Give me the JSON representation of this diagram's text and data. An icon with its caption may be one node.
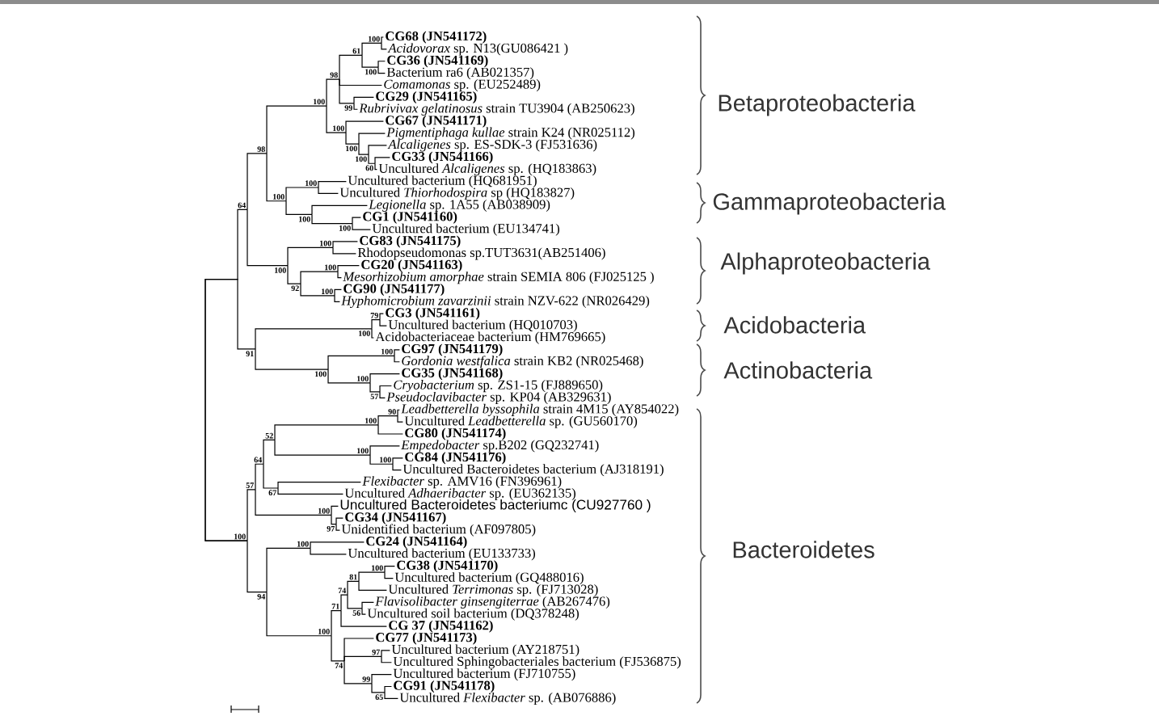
{
  "diagram": {
    "nodes": [
      {
        "text": [
          "100"
        ]
      },
      {
        "text": [
          "CG68 (JN541172)"
        ]
      },
      {
        "text": [
          "61"
        ]
      },
      {
        "text": [
          "*Acidovorax* sp. N13(GU086421 )"
        ]
      },
      {
        "text": [
          "100"
        ]
      },
      {
        "text": [
          "CG36 (JN541169)"
        ]
      },
      {
        "text": [
          "Bacterium ra6 (AB021357)"
        ]
      },
      {
        "text": [
          "98"
        ]
      },
      {
        "text": [
          "*Comamonas* sp. (EU252489)"
        ]
      },
      {
        "text": [
          "CG29 (JN541165)"
        ]
      },
      {
        "text": [
          "100"
        ]
      },
      {
        "text": [
          "99"
        ]
      },
      {
        "text": [
          "*Rubrivivax gelatinosus* strain TU3904 (AB250623)"
        ]
      },
      {
        "text": [
          "100"
        ]
      },
      {
        "text": [
          "CG67 (JN541171)"
        ]
      },
      {
        "text": [
          "*Pigmentiphaga kullae* strain K24 (NR025112)"
        ]
      },
      {
        "text": [
          "98"
        ]
      },
      {
        "text": [
          "100"
        ]
      },
      {
        "text": [
          "*Alcaligenes* sp. ES-SDK-3 (FJ531636)"
        ]
      },
      {
        "text": [
          "100"
        ]
      },
      {
        "text": [
          "CG33 (JN541166)"
        ]
      },
      {
        "text": [
          "60"
        ]
      },
      {
        "text": [
          "Uncultured *Alcaligenes* sp. (HQ183863)"
        ]
      },
      {
        "text": [
          "100"
        ]
      },
      {
        "text": [
          "Uncultured bacterium (HQ681951)"
        ]
      },
      {
        "text": [
          "64"
        ]
      },
      {
        "text": [
          "100"
        ]
      },
      {
        "text": [
          "Uncultured *Thiorhodospira* sp (HQ183827)"
        ]
      },
      {
        "text": [
          "*Legionella* sp. 1A55 (AB038909)"
        ]
      },
      {
        "text": [
          "100"
        ]
      },
      {
        "text": [
          "CG1 (JN541160)"
        ]
      },
      {
        "text": [
          "100"
        ]
      },
      {
        "text": [
          "Uncultured bacterium (EU134741)"
        ]
      },
      {
        "text": [
          "100"
        ]
      },
      {
        "text": [
          "CG83 (JN541175)"
        ]
      },
      {
        "text": [
          "Rhodopseudomonas sp.TUT3631(AB251406)"
        ]
      },
      {
        "text": [
          "100"
        ]
      },
      {
        "text": [
          "CG20 (JN541163)"
        ]
      },
      {
        "text": [
          "100"
        ]
      },
      {
        "text": [
          "*Mesorhizobium amorphae* strain SEMIA 806 (FJ025125 )"
        ]
      },
      {
        "text": [
          "92"
        ]
      },
      {
        "text": [
          "CG90 (JN541177)"
        ]
      },
      {
        "text": [
          "100"
        ]
      },
      {
        "text": [
          "*Hyphomicrobium zavarzinii* strain NZV-622 (NR026429)"
        ]
      },
      {
        "text": [
          "79"
        ]
      },
      {
        "text": [
          "CG3 (JN541161)"
        ]
      },
      {
        "text": [
          "Uncultured bacterium (HQ010703)"
        ]
      },
      {
        "text": [
          "100"
        ]
      },
      {
        "text": [
          "Acidobacteriaceae bacterium (HM769665)"
        ]
      },
      {
        "text": [
          "100"
        ]
      },
      {
        "text": [
          "CG97 (JN541179)"
        ]
      },
      {
        "text": [
          "91"
        ]
      },
      {
        "text": [
          "*Gordonia westfalica* strain KB2 (NR025468)"
        ]
      },
      {
        "text": [
          "100"
        ]
      },
      {
        "text": [
          "CG35 (JN541168)"
        ]
      },
      {
        "text": [
          "100"
        ]
      },
      {
        "text": [
          "*Cryobacterium* sp. ZS1-15 (FJ889650)"
        ]
      },
      {
        "text": [
          "57"
        ]
      },
      {
        "text": [
          "*Pseudoclavibacter* sp. KP04 (AB329631)"
        ]
      },
      {
        "text": [
          "90"
        ]
      },
      {
        "text": [
          "*Leadbetterella byssophila* strain 4M15 (AY854022)"
        ]
      },
      {
        "text": [
          "100"
        ]
      },
      {
        "text": [
          "Uncultured *Leadbetterella* sp. (GU560170)"
        ]
      },
      {
        "text": [
          "52"
        ]
      },
      {
        "text": [
          "CG80 (JN541174)"
        ]
      },
      {
        "text": [
          "*Empedobacter* sp.B202 (GQ232741)"
        ]
      },
      {
        "text": [
          "64"
        ]
      },
      {
        "text": [
          "100"
        ]
      },
      {
        "text": [
          "CG84 (JN541176)"
        ]
      },
      {
        "text": [
          "100"
        ]
      },
      {
        "text": [
          "Uncultured Bacteroidetes bacterium (AJ318191)"
        ]
      },
      {
        "text": [
          "57"
        ]
      },
      {
        "text": [
          "*Flexibacter* sp. AMV16 (FN396961)"
        ]
      },
      {
        "text": [
          "67"
        ]
      },
      {
        "text": [
          "Uncultured *Adhaeribacter* sp. (EU362135)"
        ]
      },
      {
        "text": [
          "Uncultured Bacteroidetes bacteriumc (CU927760 )"
        ]
      },
      {
        "text": [
          "100"
        ]
      },
      {
        "text": [
          "CG34 (JN541167)"
        ]
      },
      {
        "text": [
          "97"
        ]
      },
      {
        "text": [
          "Unidentified bacterium (AF097805)"
        ]
      },
      {
        "text": [
          "100"
        ]
      },
      {
        "text": [
          "100"
        ]
      },
      {
        "text": [
          "CG24 (JN541164)"
        ]
      },
      {
        "text": [
          "Uncultured bacterium (EU133733)"
        ]
      },
      {
        "text": [
          "100"
        ]
      },
      {
        "text": [
          "81"
        ]
      },
      {
        "text": [
          "CG38 (JN541170)"
        ]
      },
      {
        "text": [
          "Uncultured bacterium (GQ488016)"
        ]
      },
      {
        "text": [
          "74"
        ]
      },
      {
        "text": [
          "94"
        ]
      },
      {
        "text": [
          "Uncultured *Terrimonas* sp. (FJ713028)"
        ]
      },
      {
        "text": [
          "71"
        ]
      },
      {
        "text": [
          "*Flavisolibacter ginsengiterrae* (AB267476)"
        ]
      },
      {
        "text": [
          "56"
        ]
      },
      {
        "text": [
          "Uncultured soil bacterium (DQ378248)"
        ]
      },
      {
        "text": [
          "CG 37 (JN541162)"
        ]
      },
      {
        "text": [
          "100"
        ]
      },
      {
        "text": [
          "CG77 (JN541173)"
        ]
      },
      {
        "text": [
          "97"
        ]
      },
      {
        "text": [
          "Uncultured bacterium (AY218751)"
        ]
      },
      {
        "text": [
          "74"
        ]
      },
      {
        "text": [
          "Uncultured Sphingobacteriales bacterium (FJ536875)"
        ]
      },
      {
        "text": [
          "Uncultured bacterium (FJ710755)"
        ]
      },
      {
        "text": [
          "99"
        ]
      },
      {
        "text": [
          "65"
        ]
      },
      {
        "text": [
          "CG91 (JN541178)"
        ]
      },
      {
        "text": [
          "Uncultured *Flexibacter* sp. (AB076886)"
        ]
      }
    ],
    "edges": [
      {
        "from": 0,
        "to": 1,
        "arrow": "none"
      },
      {
        "from": 0,
        "to": 3,
        "arrow": "none"
      },
      {
        "from": 2,
        "to": 0,
        "arrow": "none"
      },
      {
        "from": 2,
        "to": 4,
        "arrow": "none"
      },
      {
        "from": 4,
        "to": 5,
        "arrow": "none"
      },
      {
        "from": 4,
        "to": 6,
        "arrow": "none"
      },
      {
        "from": 7,
        "to": 2,
        "arrow": "none"
      },
      {
        "from": 7,
        "to": 8,
        "arrow": "none"
      },
      {
        "from": 7,
        "to": 11,
        "arrow": "none"
      },
      {
        "from": 10,
        "to": 7,
        "arrow": "none"
      },
      {
        "from": 10,
        "to": 13,
        "arrow": "none"
      },
      {
        "from": 11,
        "to": 9,
        "arrow": "none"
      },
      {
        "from": 11,
        "to": 12,
        "arrow": "none"
      },
      {
        "from": 13,
        "to": 14,
        "arrow": "none"
      },
      {
        "from": 13,
        "to": 17,
        "arrow": "none"
      },
      {
        "from": 16,
        "to": 10,
        "arrow": "none"
      },
      {
        "from": 16,
        "to": 26,
        "arrow": "none"
      },
      {
        "from": 17,
        "to": 15,
        "arrow": "none"
      },
      {
        "from": 17,
        "to": 19,
        "arrow": "none"
      },
      {
        "from": 19,
        "to": 18,
        "arrow": "none"
      },
      {
        "from": 19,
        "to": 21,
        "arrow": "none"
      },
      {
        "from": 21,
        "to": 20,
        "arrow": "none"
      },
      {
        "from": 21,
        "to": 22,
        "arrow": "none"
      },
      {
        "from": 23,
        "to": 24,
        "arrow": "none"
      },
      {
        "from": 23,
        "to": 27,
        "arrow": "none"
      },
      {
        "from": 25,
        "to": 16,
        "arrow": "none"
      },
      {
        "from": 25,
        "to": 38,
        "arrow": "none"
      },
      {
        "from": 26,
        "to": 23,
        "arrow": "none"
      },
      {
        "from": 26,
        "to": 29,
        "arrow": "none"
      },
      {
        "from": 29,
        "to": 28,
        "arrow": "none"
      },
      {
        "from": 29,
        "to": 31,
        "arrow": "none"
      },
      {
        "from": 31,
        "to": 30,
        "arrow": "none"
      },
      {
        "from": 31,
        "to": 32,
        "arrow": "none"
      },
      {
        "from": 33,
        "to": 34,
        "arrow": "none"
      },
      {
        "from": 33,
        "to": 35,
        "arrow": "none"
      },
      {
        "from": 36,
        "to": 37,
        "arrow": "none"
      },
      {
        "from": 36,
        "to": 39,
        "arrow": "none"
      },
      {
        "from": 38,
        "to": 33,
        "arrow": "none"
      },
      {
        "from": 38,
        "to": 40,
        "arrow": "none"
      },
      {
        "from": 40,
        "to": 36,
        "arrow": "none"
      },
      {
        "from": 40,
        "to": 42,
        "arrow": "none"
      },
      {
        "from": 42,
        "to": 41,
        "arrow": "none"
      },
      {
        "from": 42,
        "to": 43,
        "arrow": "none"
      },
      {
        "from": 44,
        "to": 45,
        "arrow": "none"
      },
      {
        "from": 44,
        "to": 46,
        "arrow": "none"
      },
      {
        "from": 47,
        "to": 44,
        "arrow": "none"
      },
      {
        "from": 47,
        "to": 48,
        "arrow": "none"
      },
      {
        "from": 49,
        "to": 50,
        "arrow": "none"
      },
      {
        "from": 49,
        "to": 52,
        "arrow": "none"
      },
      {
        "from": 51,
        "to": 47,
        "arrow": "none"
      },
      {
        "from": 51,
        "to": 53,
        "arrow": "none"
      },
      {
        "from": 53,
        "to": 49,
        "arrow": "none"
      },
      {
        "from": 53,
        "to": 55,
        "arrow": "none"
      },
      {
        "from": 55,
        "to": 54,
        "arrow": "none"
      },
      {
        "from": 55,
        "to": 57,
        "arrow": "none"
      },
      {
        "from": 57,
        "to": 56,
        "arrow": "none"
      },
      {
        "from": 57,
        "to": 58,
        "arrow": "none"
      },
      {
        "from": 25,
        "to": 81,
        "arrow": "none"
      },
      {
        "from": 51,
        "to": 81,
        "arrow": "none"
      },
      {
        "from": 59,
        "to": 60,
        "arrow": "none"
      },
      {
        "from": 59,
        "to": 62,
        "arrow": "none"
      },
      {
        "from": 61,
        "to": 59,
        "arrow": "none"
      },
      {
        "from": 61,
        "to": 64,
        "arrow": "none"
      },
      {
        "from": 63,
        "to": 61,
        "arrow": "none"
      },
      {
        "from": 63,
        "to": 67,
        "arrow": "none"
      },
      {
        "from": 66,
        "to": 63,
        "arrow": "none"
      },
      {
        "from": 66,
        "to": 73,
        "arrow": "none"
      },
      {
        "from": 67,
        "to": 65,
        "arrow": "none"
      },
      {
        "from": 67,
        "to": 69,
        "arrow": "none"
      },
      {
        "from": 69,
        "to": 68,
        "arrow": "none"
      },
      {
        "from": 69,
        "to": 70,
        "arrow": "none"
      },
      {
        "from": 71,
        "to": 66,
        "arrow": "none"
      },
      {
        "from": 71,
        "to": 76,
        "arrow": "none"
      },
      {
        "from": 73,
        "to": 72,
        "arrow": "none"
      },
      {
        "from": 73,
        "to": 74,
        "arrow": "none"
      },
      {
        "from": 76,
        "to": 75,
        "arrow": "none"
      },
      {
        "from": 76,
        "to": 78,
        "arrow": "none"
      },
      {
        "from": 78,
        "to": 77,
        "arrow": "none"
      },
      {
        "from": 78,
        "to": 79,
        "arrow": "none"
      },
      {
        "from": 80,
        "to": 82,
        "arrow": "none"
      },
      {
        "from": 80,
        "to": 83,
        "arrow": "none"
      },
      {
        "from": 81,
        "to": 71,
        "arrow": "none"
      },
      {
        "from": 81,
        "to": 89,
        "arrow": "none"
      },
      {
        "from": 84,
        "to": 86,
        "arrow": "none"
      },
      {
        "from": 84,
        "to": 87,
        "arrow": "none"
      },
      {
        "from": 85,
        "to": 84,
        "arrow": "none"
      },
      {
        "from": 85,
        "to": 90,
        "arrow": "none"
      },
      {
        "from": 88,
        "to": 85,
        "arrow": "none"
      },
      {
        "from": 88,
        "to": 93,
        "arrow": "none"
      },
      {
        "from": 89,
        "to": 80,
        "arrow": "none"
      },
      {
        "from": 89,
        "to": 96,
        "arrow": "none"
      },
      {
        "from": 91,
        "to": 88,
        "arrow": "none"
      },
      {
        "from": 91,
        "to": 95,
        "arrow": "none"
      },
      {
        "from": 93,
        "to": 92,
        "arrow": "none"
      },
      {
        "from": 93,
        "to": 94,
        "arrow": "none"
      },
      {
        "from": 96,
        "to": 91,
        "arrow": "none"
      },
      {
        "from": 96,
        "to": 100,
        "arrow": "none"
      },
      {
        "from": 98,
        "to": 99,
        "arrow": "none"
      },
      {
        "from": 98,
        "to": 101,
        "arrow": "none"
      },
      {
        "from": 100,
        "to": 97,
        "arrow": "none"
      },
      {
        "from": 100,
        "to": 98,
        "arrow": "none"
      },
      {
        "from": 100,
        "to": 103,
        "arrow": "none"
      },
      {
        "from": 103,
        "to": 102,
        "arrow": "none"
      },
      {
        "from": 103,
        "to": 104,
        "arrow": "none"
      },
      {
        "from": 104,
        "to": 105,
        "arrow": "none"
      },
      {
        "from": 104,
        "to": 106,
        "arrow": "none"
      }
    ],
    "labels": [
      "Betaproteobacteria",
      "Gammaproteobacteria",
      "Alphaproteobacteria",
      "Acidobacteria",
      "Actinobacteria",
      "Bacteroidetes"
    ]
  }
}
